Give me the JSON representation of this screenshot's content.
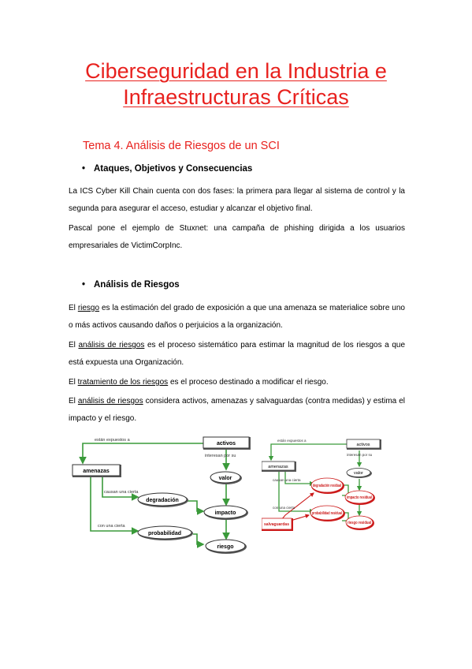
{
  "title": {
    "line1": "Ciberseguridad en la Industria e",
    "line2": "Infraestructuras Críticas"
  },
  "tema": "Tema 4.  Análisis de Riesgos de un SCI",
  "section1": {
    "heading": "Ataques, Objetivos y Consecuencias",
    "p1": "La ICS Cyber Kill Chain cuenta con dos fases: la primera para llegar al sistema de control y la segunda para asegurar el acceso, estudiar y alcanzar el objetivo final.",
    "p2": "Pascal pone el ejemplo de Stuxnet: una campaña de phishing dirigida a los usuarios empresariales de VictimCorpInc."
  },
  "section2": {
    "heading": "Análisis de Riesgos",
    "p1_term": "riesgo",
    "p1_pre": "El ",
    "p1_post": " es la estimación del grado de exposición a que una amenaza se materialice sobre uno o más activos causando daños o perjuicios a la organización.",
    "p2_pre": "El ",
    "p2_term": "análisis de riesgos",
    "p2_post": " es el proceso sistemático para estimar la magnitud de los riesgos a que está expuesta una Organización.",
    "p3_pre": "El ",
    "p3_term": "tratamiento de los riesgos",
    "p3_post": " es el proceso destinado a modificar el riesgo.",
    "p4_pre": "El ",
    "p4_term": "análisis de riesgos",
    "p4_post": " considera activos, amenazas y salvaguardas (contra medidas) y estima el impacto y el riesgo."
  },
  "diagram_left": {
    "activos": "activos",
    "amenazas": "amenazas",
    "valor": "valor",
    "degradacion": "degradación",
    "impacto": "impacto",
    "probabilidad": "probabilidad",
    "riesgo": "riesgo",
    "lbl_expuestos": "están expuestos a",
    "lbl_interesan": "interesan por su",
    "lbl_causan": "causan una cierta",
    "lbl_con_cierta": "con una cierta"
  },
  "diagram_right": {
    "activos": "activos",
    "amenazas": "amenazas",
    "valor": "valor",
    "degradacion_residual": "degradación residual",
    "impacto_residual": "impacto residual",
    "probabilidad_residual": "probabilidad residual",
    "riesgo_residual": "riesgo residual",
    "salvaguardas": "salvaguardas",
    "lbl_expuestos": "están expuestos a",
    "lbl_interesan": "interesan por su",
    "lbl_causan": "causan una cierta",
    "lbl_con_cierta": "con una cierta"
  },
  "colors": {
    "accent_red": "#e8211e",
    "arrow_green": "#3a9a3a",
    "node_dark": "#5a5a5a",
    "residual_red": "#cc1a1a"
  }
}
